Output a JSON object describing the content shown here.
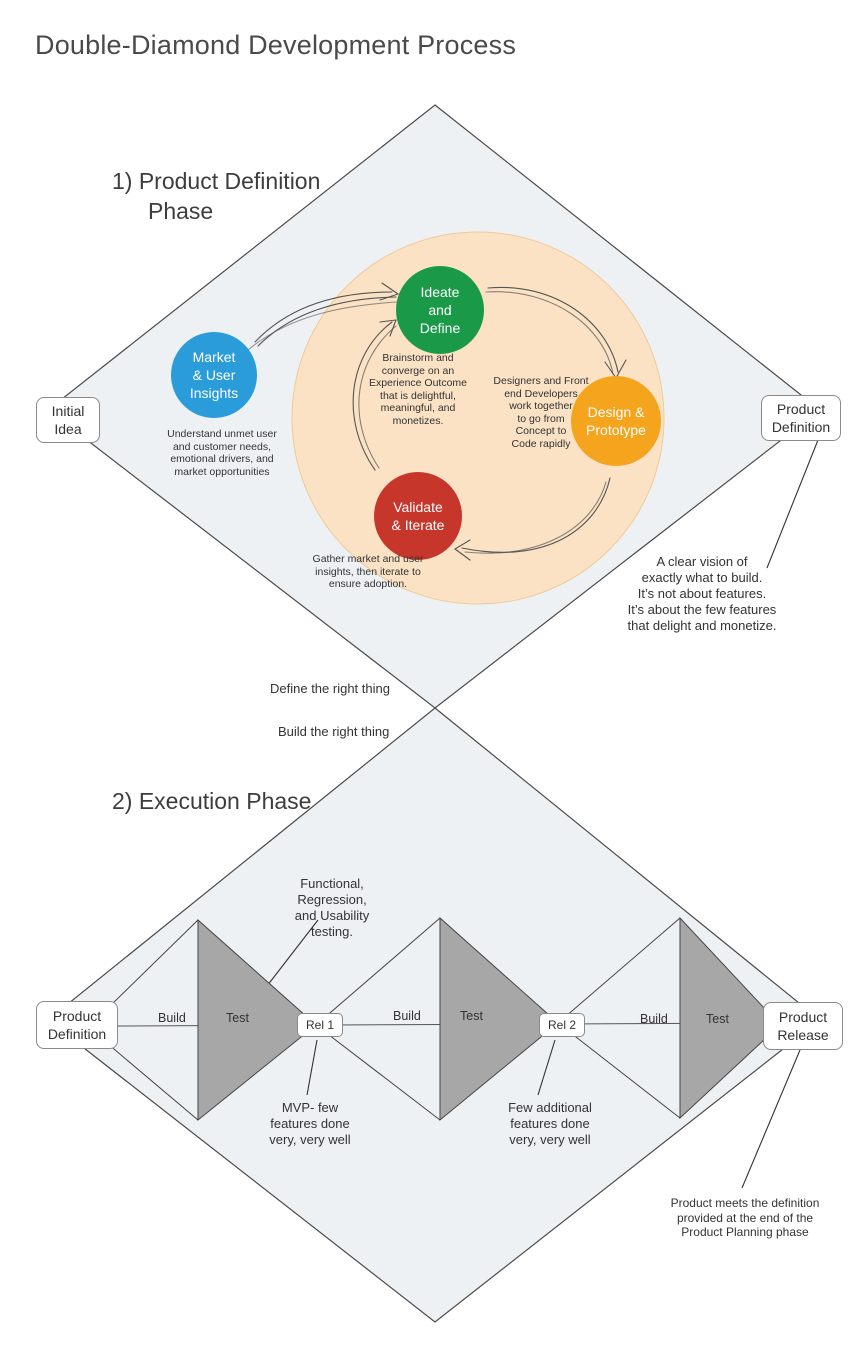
{
  "title": "Double-Diamond Development Process",
  "colors": {
    "diamond_fill": "#eef1f4",
    "diamond_stroke": "#4a4a4a",
    "cycle_fill": "#fbe2c4",
    "test_triangle": "#a7a7a7",
    "ideate": "#1a9a48",
    "market": "#2a9cd9",
    "design": "#f4a41d",
    "validate": "#c7362b"
  },
  "phase1": {
    "title_lines": [
      "1)  Product Definition",
      "Phase"
    ],
    "start_box": [
      "Initial",
      "Idea"
    ],
    "end_box": [
      "Product",
      "Definition"
    ],
    "circles": {
      "market": [
        "Market",
        "& User",
        "Insights"
      ],
      "ideate": [
        "Ideate",
        "and",
        "Define"
      ],
      "design": [
        "Design &",
        "Prototype"
      ],
      "validate": [
        "Validate",
        "& Iterate"
      ]
    },
    "notes": {
      "market": [
        "Understand unmet user",
        "and customer needs,",
        "emotional drivers, and",
        "market opportunities"
      ],
      "ideate": [
        "Brainstorm and",
        "converge on an",
        "Experience Outcome",
        "that is delightful,",
        "meaningful, and",
        "monetizes."
      ],
      "design": [
        "Designers and Front",
        "end Developers",
        "work together",
        "to go from",
        "Concept to",
        "Code rapidly"
      ],
      "validate": [
        "Gather market and user",
        "insights, then iterate to",
        "ensure adoption."
      ]
    },
    "definition_callout": [
      "A clear vision of",
      "exactly what to build.",
      "It’s not about features.",
      "It’s about the few features",
      "that delight and monetize."
    ]
  },
  "labels": {
    "define_right": "Define the right thing",
    "build_right": "Build the right thing"
  },
  "phase2": {
    "title": "2) Execution Phase",
    "start_box": [
      "Product",
      "Definition"
    ],
    "end_box": [
      "Product",
      "Release"
    ],
    "steps": [
      "Build",
      "Test",
      "Build",
      "Test",
      "Build",
      "Test"
    ],
    "releases": [
      "Rel 1",
      "Rel 2"
    ],
    "testing_note": [
      "Functional,",
      "Regression,",
      "and Usability",
      "testing."
    ],
    "rel1_note": [
      "MVP- few",
      "features done",
      "very, very well"
    ],
    "rel2_note": [
      "Few additional",
      "features done",
      "very, very well"
    ],
    "release_note": [
      "Product meets the definition",
      "provided at the end of the",
      "Product Planning phase"
    ]
  }
}
